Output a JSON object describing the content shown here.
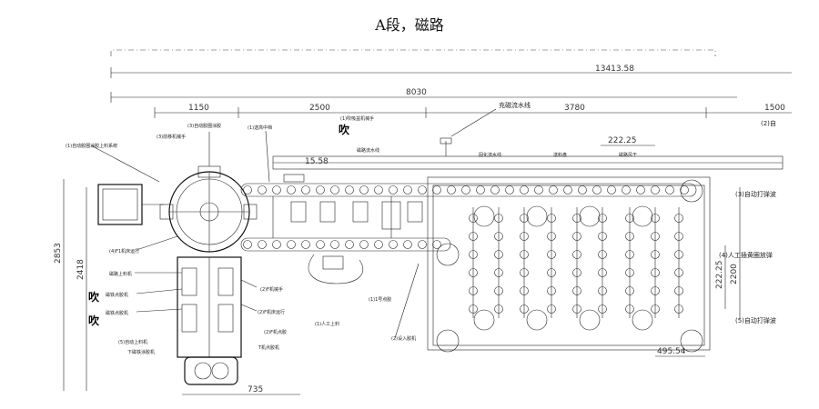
{
  "title": "A段，磁路",
  "dimensions": {
    "total_width": "13413.58",
    "mid_width": "8030",
    "seg_1150": "1150",
    "seg_2500": "2500",
    "seg_3780": "3780",
    "seg_1500": "1500",
    "h_2853": "2853",
    "h_2418": "2418",
    "d_222": "222.25",
    "d_1558": "15.58",
    "h_2200": "2200",
    "h_2225": "222.25",
    "w_495": "495.54",
    "w_735": "735"
  },
  "labels": {
    "magnet_line": "充磁流水线",
    "auto_1": "(3)自动打弹波",
    "manual_2": "(4)人工插黄圈放弹",
    "auto_3": "(5)自动打弹波",
    "right_top": "(2)自",
    "blow_1": "吹",
    "blow_2": "吹",
    "blow_3": "吹",
    "top_a": "(3)自动胶圈涂胶",
    "top_b": "(3)前移机械手",
    "top_c": "(1)送高中档",
    "top_d": "(1)吹吸盆机械手",
    "left_a": "(1)自动胶圈涂胶上料系统",
    "left_b": "(4)F1机床运行",
    "left_c": "磁路上料机",
    "left_d": "磁铁点胶机",
    "left_e": "磁铁点胶机",
    "left_f": "(5)自动上料机",
    "left_g": "下磁铁涂胶机",
    "mid_a": "(1)人工上料",
    "mid_b": "(1)1号点胶",
    "mid_c": "(2)F机械手",
    "mid_d": "(2)F机床运行",
    "mid_e": "(2)F机点胶",
    "mid_f": "(2)设入胶机",
    "mid_g": "T机点胶机",
    "conv_a": "磁路流水线",
    "conv_b": "送料盘",
    "conv_c": "磁路风干",
    "conv_d": "固化流水线"
  }
}
